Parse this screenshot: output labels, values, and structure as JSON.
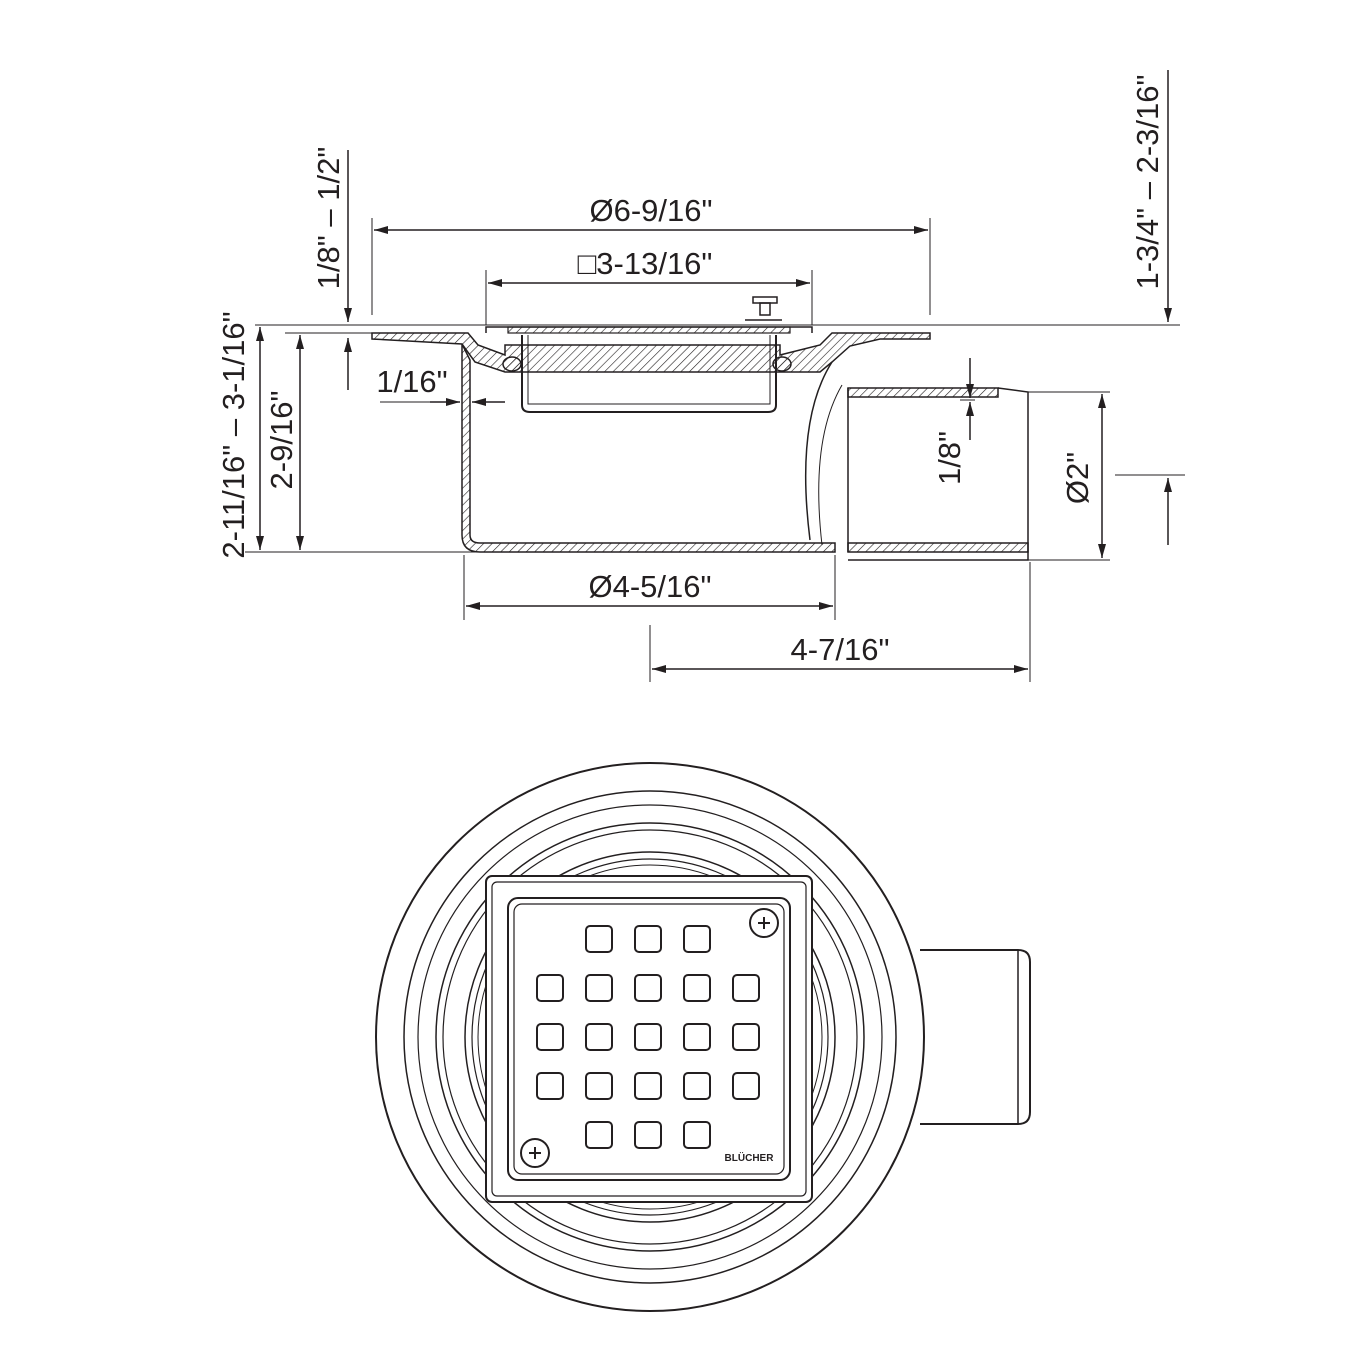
{
  "dimensions": {
    "flange_diameter": "Ø6-9/16\"",
    "grate_square": "□3-13/16\"",
    "body_diameter": "Ø4-5/16\"",
    "outlet_length": "4-7/16\"",
    "outlet_diameter": "Ø2\"",
    "outlet_fall": "1/8\"",
    "wall_thickness": "1/16\"",
    "grate_adjust": "1/8\" – 1/2\"",
    "total_height": "2-11/16\" – 3-1/16\"",
    "body_height": "2-9/16\"",
    "outlet_height": "1-3/4\" – 2-3/16\""
  },
  "brand": "BLÜCHER",
  "colors": {
    "line": "#231f20",
    "background": "#ffffff"
  }
}
